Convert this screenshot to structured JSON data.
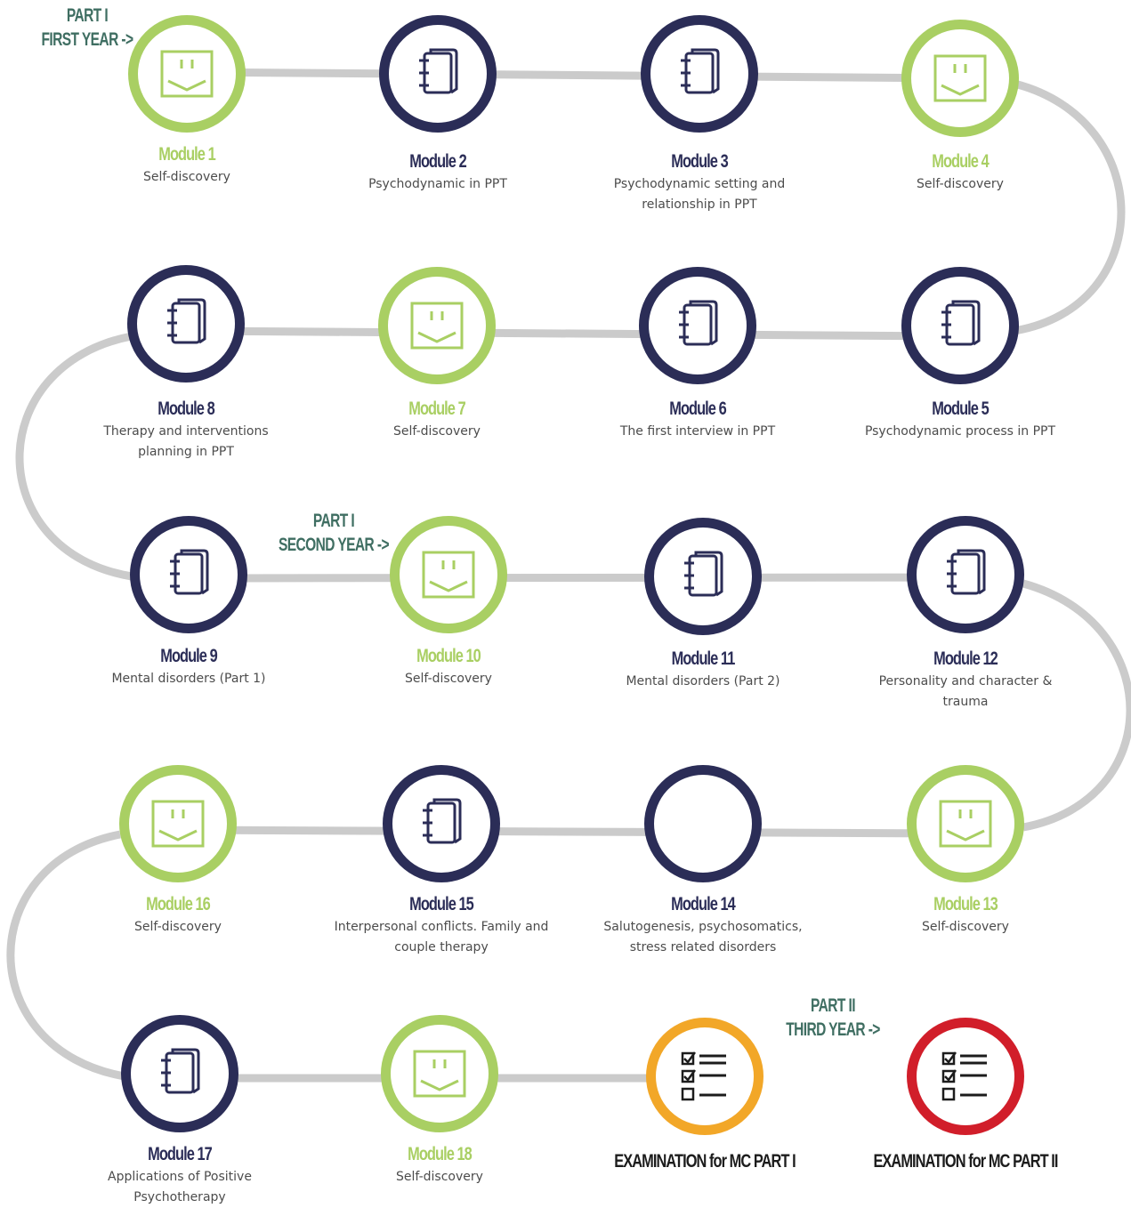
{
  "colors": {
    "lecture": "#2b2d57",
    "self_discovery": "#a9cf63",
    "exam_part_1": "#f2a728",
    "exam_part_2": "#d11e2a",
    "path": "#cbcbcb",
    "part_label": "#3f6e62"
  },
  "part_labels": [
    {
      "line1": "PART I",
      "line2": "FIRST YEAR ->"
    },
    {
      "line1": "PART I",
      "line2": "SECOND YEAR ->"
    },
    {
      "line1": "PART II",
      "line2": "THIRD YEAR ->"
    }
  ],
  "modules": [
    {
      "title": "Module 1",
      "subtitle": "Self-discovery",
      "kind": "self",
      "icon": "smiley-icon"
    },
    {
      "title": "Module 2",
      "subtitle": "Psychodynamic in PPT",
      "kind": "lecture",
      "icon": "notebook-icon"
    },
    {
      "title": "Module 3",
      "subtitle": "Psychodynamic setting and relationship in PPT",
      "kind": "lecture",
      "icon": "notebook-icon"
    },
    {
      "title": "Module 4",
      "subtitle": "Self-discovery",
      "kind": "self",
      "icon": "smiley-icon"
    },
    {
      "title": "Module 5",
      "subtitle": "Psychodynamic process in PPT",
      "kind": "lecture",
      "icon": "notebook-icon"
    },
    {
      "title": "Module 6",
      "subtitle": "The first interview in PPT",
      "kind": "lecture",
      "icon": "notebook-icon"
    },
    {
      "title": "Module 7",
      "subtitle": "Self-discovery",
      "kind": "self",
      "icon": "smiley-icon"
    },
    {
      "title": "Module 8",
      "subtitle": "Therapy and interventions planning in PPT",
      "kind": "lecture",
      "icon": "notebook-icon"
    },
    {
      "title": "Module 9",
      "subtitle": "Mental disorders (Part 1)",
      "kind": "lecture",
      "icon": "notebook-icon"
    },
    {
      "title": "Module 10",
      "subtitle": "Self-discovery",
      "kind": "self",
      "icon": "smiley-icon"
    },
    {
      "title": "Module 11",
      "subtitle": "Mental disorders (Part 2)",
      "kind": "lecture",
      "icon": "notebook-icon"
    },
    {
      "title": "Module 12",
      "subtitle": "Personality and character & trauma",
      "kind": "lecture",
      "icon": "notebook-icon"
    },
    {
      "title": "Module 13",
      "subtitle": "Self-discovery",
      "kind": "self",
      "icon": "smiley-icon"
    },
    {
      "title": "Module 14",
      "subtitle": "Salutogenesis, psychosomatics, stress related disorders",
      "kind": "lecture",
      "icon": ""
    },
    {
      "title": "Module 15",
      "subtitle": "Interpersonal conflicts. Family and couple therapy",
      "kind": "lecture",
      "icon": "notebook-icon"
    },
    {
      "title": "Module 16",
      "subtitle": "Self-discovery",
      "kind": "self",
      "icon": "smiley-icon"
    },
    {
      "title": "Module 17",
      "subtitle": "Applications of Positive Psychotherapy",
      "kind": "lecture",
      "icon": "notebook-icon"
    },
    {
      "title": "Module 18",
      "subtitle": "Self-discovery",
      "kind": "self",
      "icon": "smiley-icon"
    },
    {
      "title": "EXAMINATION for MC PART I",
      "subtitle": "",
      "kind": "exam-1",
      "icon": "checklist-icon"
    },
    {
      "title": "EXAMINATION for MC PART II",
      "subtitle": "",
      "kind": "exam-2",
      "icon": "checklist-icon"
    }
  ]
}
